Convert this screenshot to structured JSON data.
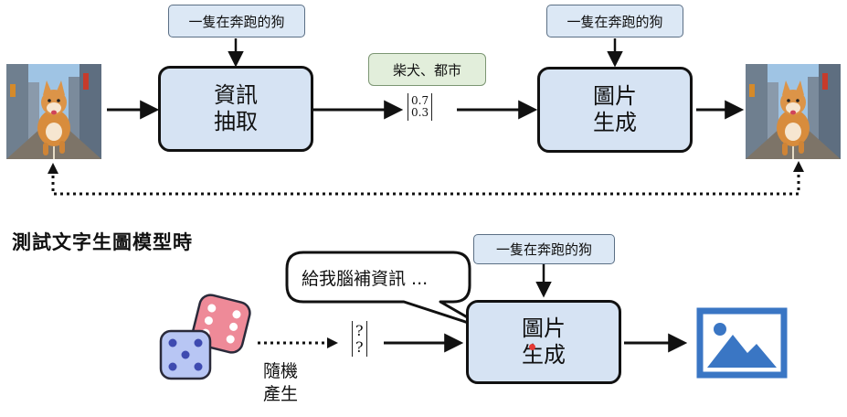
{
  "top": {
    "prompt_left": "一隻在奔跑的狗",
    "prompt_right": "一隻在奔跑的狗",
    "box_extract": [
      "資訊",
      "抽取"
    ],
    "box_generate": [
      "圖片",
      "生成"
    ],
    "info_tag": "柴犬、都市",
    "vector": [
      "0.7",
      "0.3"
    ]
  },
  "bottom": {
    "title": "測試文字生圖模型時",
    "prompt": "一隻在奔跑的狗",
    "bubble": "給我腦補資訊 ...",
    "box_generate": [
      "圖片",
      "生成"
    ],
    "vector": [
      "?",
      "?"
    ],
    "random_label": [
      "隨機",
      "產生"
    ]
  },
  "icons": {
    "input_image": "shiba-inu-city-photo",
    "output_image": "shiba-inu-city-photo",
    "dice": "dice-icon",
    "result": "image-placeholder-icon"
  },
  "colors": {
    "box_fill": "#d6e3f3",
    "tag_fill": "#e2eedb",
    "placeholder_blue": "#3a76c4",
    "pointer_red": "#e53935"
  }
}
